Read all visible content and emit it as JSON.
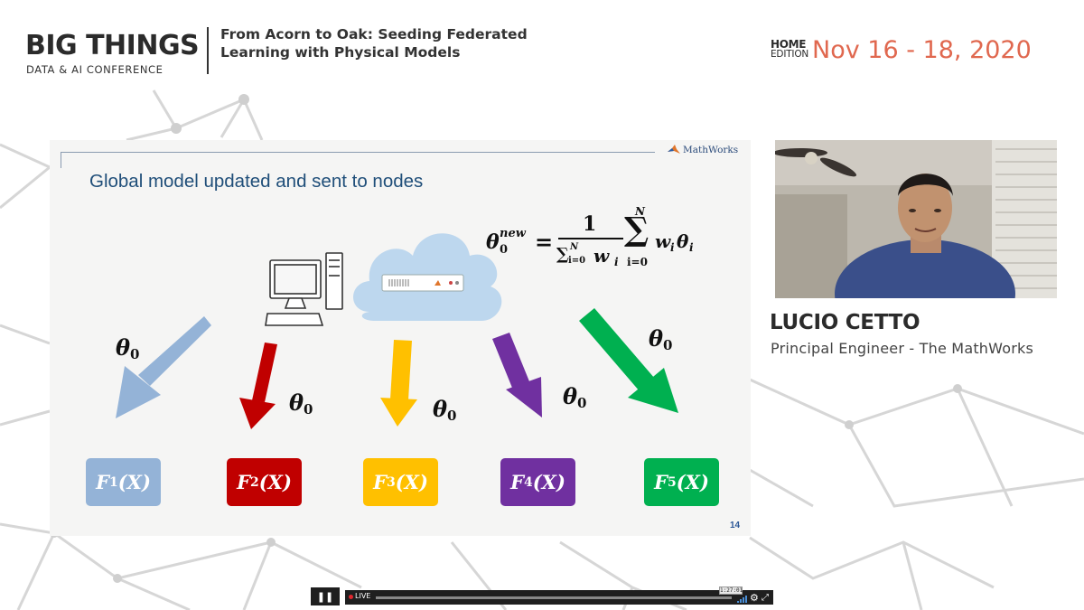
{
  "header": {
    "logo_text": "BIG THINGS",
    "logo_subtitle": "DATA & AI CONFERENCE",
    "talk_title": "From Acorn to Oak: Seeding Federated Learning with Physical Models",
    "edition_line1": "HOME",
    "edition_line2": "EDITION",
    "event_date": "Nov 16 - 18, 2020"
  },
  "slide": {
    "brand": "MathWorks",
    "title": "Global model updated and sent to nodes",
    "page_number": "14",
    "formula": {
      "lhs": "θ",
      "lhs_sub": "0",
      "lhs_sup": "new",
      "eq": "=",
      "numerator": "1",
      "denominator": "∑",
      "denominator_sub": "i=0",
      "denominator_sup": "N",
      "denominator_term": "w",
      "denominator_term_sub": "i",
      "sum_symbol": "∑",
      "sum_upper": "N",
      "sum_lower": "i=0",
      "sum_term_w": "w",
      "sum_term_w_sub": "i",
      "sum_term_theta": "θ",
      "sum_term_theta_sub": "i"
    },
    "theta_labels": [
      {
        "sym": "θ",
        "sub": "0"
      },
      {
        "sym": "θ",
        "sub": "0"
      },
      {
        "sym": "θ",
        "sub": "0"
      },
      {
        "sym": "θ",
        "sub": "0"
      },
      {
        "sym": "θ",
        "sub": "0"
      }
    ],
    "nodes": [
      {
        "fn": "F",
        "sub": "1",
        "arg": "(X)",
        "color": "#94b3d7"
      },
      {
        "fn": "F",
        "sub": "2",
        "arg": "(X)",
        "color": "#c00000"
      },
      {
        "fn": "F",
        "sub": "3",
        "arg": "(X)",
        "color": "#ffc000"
      },
      {
        "fn": "F",
        "sub": "4",
        "arg": "(X)",
        "color": "#7030a0"
      },
      {
        "fn": "F",
        "sub": "5",
        "arg": "(X)",
        "color": "#00b050"
      }
    ],
    "cloud_color": "#bdd7ee"
  },
  "speaker": {
    "name": "LUCIO CETTO",
    "role": "Principal Engineer - The MathWorks"
  },
  "player": {
    "pause_symbol": "❚❚",
    "live_label": "LIVE",
    "time_tooltip": "1:27:01",
    "progress": 0.999,
    "live_color": "#e0262d",
    "settings_icon": "gear-icon",
    "fullscreen_icon": "fullscreen-icon"
  },
  "colors": {
    "accent": "#e0684f",
    "title_blue": "#1f4e79"
  }
}
